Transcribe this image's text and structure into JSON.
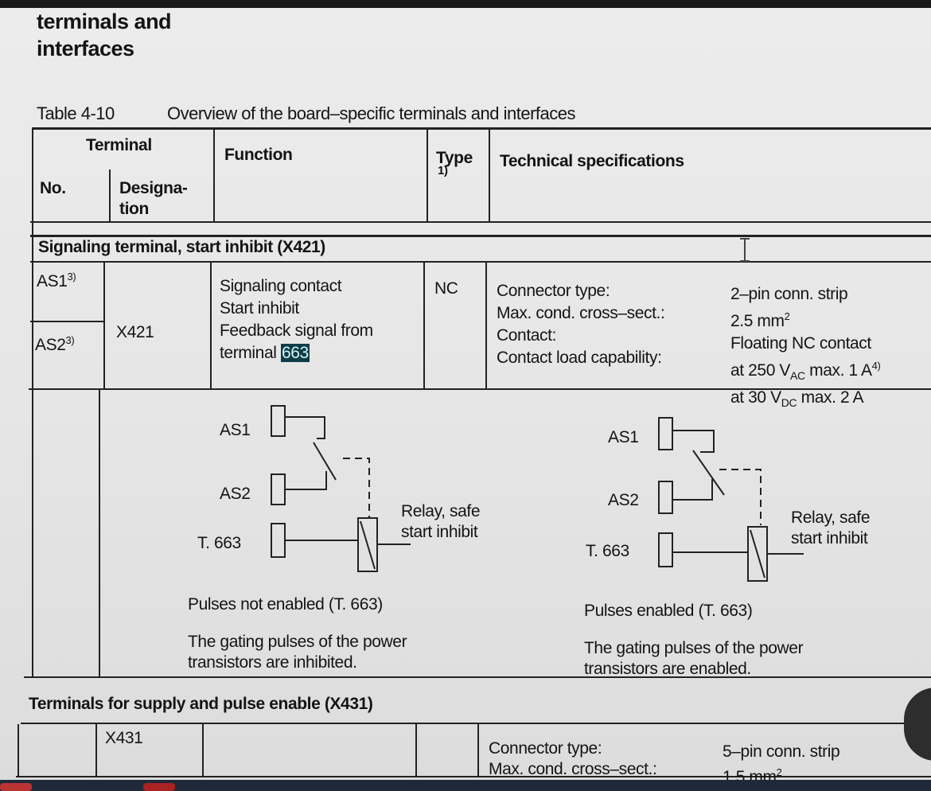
{
  "section_heading": {
    "line1": "terminals and",
    "line2": "interfaces"
  },
  "table_caption": {
    "number": "Table 4-10",
    "title": "Overview of the board–specific terminals and interfaces"
  },
  "headers": {
    "terminal": "Terminal",
    "no": "No.",
    "designation_1": "Designa-",
    "designation_2": "tion",
    "function": "Function",
    "type": "Type",
    "type_note": "1)",
    "technical": "Technical specifications"
  },
  "section_x421": {
    "title": "Signaling terminal, start inhibit (X421)",
    "row": {
      "no_1": "AS1",
      "no_1_sup": "3)",
      "no_2": "AS2",
      "no_2_sup": "3)",
      "designation": "X421",
      "function": [
        "Signaling contact",
        "Start inhibit",
        "Feedback signal from"
      ],
      "function_last": "terminal ",
      "function_highlight": "663",
      "type": "NC",
      "spec_labels": [
        "Connector type:",
        "Max. cond. cross–sect.:",
        "Contact:",
        "Contact load capability:"
      ],
      "spec_values": {
        "connector": "2–pin conn. strip",
        "cross_sect": "2.5 mm",
        "cross_sect_sup": "2",
        "contact": "Floating NC contact",
        "load1_pre": "at 250 V",
        "load1_sub": "AC",
        "load1_post": " max. 1 A",
        "load1_sup": "4)",
        "load2_pre": "at 30 V",
        "load2_sub": "DC",
        "load2_post": " max. 2 A"
      }
    },
    "diagram_left": {
      "as1": "AS1",
      "as2": "AS2",
      "t663": "T. 663",
      "relay_1": "Relay, safe",
      "relay_2": "start inhibit",
      "caption": "Pulses not enabled (T. 663)",
      "desc_1": "The gating pulses of the power",
      "desc_2": "transistors are inhibited."
    },
    "diagram_right": {
      "as1": "AS1",
      "as2": "AS2",
      "t663": "T. 663",
      "relay_1": "Relay, safe",
      "relay_2": "start inhibit",
      "caption": "Pulses enabled (T. 663)",
      "desc_1": "The gating pulses of the power",
      "desc_2": "transistors are enabled."
    }
  },
  "section_x431": {
    "title": "Terminals for supply and pulse enable (X431)",
    "designation": "X431",
    "spec_labels": [
      "Connector type:",
      "Max. cond. cross–sect.:"
    ],
    "connector": "5–pin conn. strip",
    "cross_sect": "1.5 mm",
    "cross_sect_sup": "2"
  }
}
